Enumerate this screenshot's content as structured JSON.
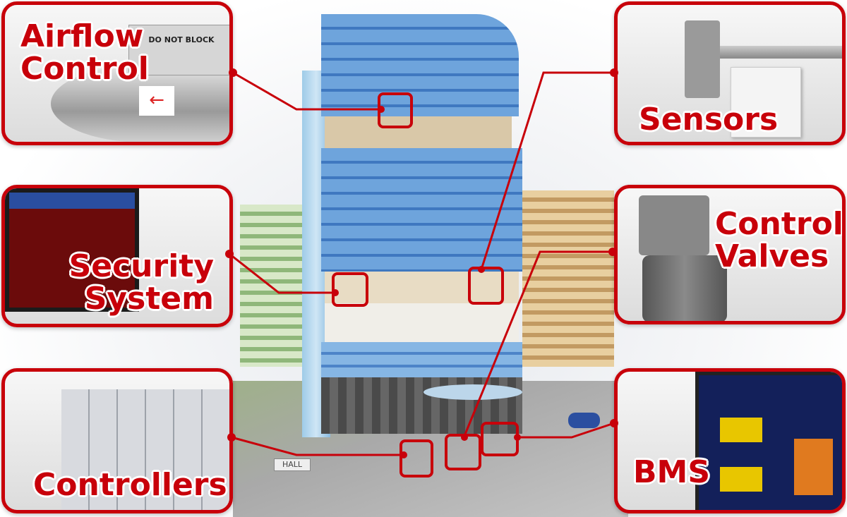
{
  "components": [
    {
      "id": "airflow",
      "title_lines": [
        "Airflow",
        "Control"
      ],
      "device_label": "DO NOT BLOCK"
    },
    {
      "id": "sensors",
      "title_lines": [
        "Sensors"
      ]
    },
    {
      "id": "security",
      "title_lines": [
        "Security",
        "System"
      ]
    },
    {
      "id": "valves",
      "title_lines": [
        "Control",
        "Valves"
      ]
    },
    {
      "id": "controllers",
      "title_lines": [
        "Controllers"
      ]
    },
    {
      "id": "bms",
      "title_lines": [
        "BMS"
      ]
    }
  ],
  "building_sign": "HALL",
  "colors": {
    "accent": "#c8000a",
    "building_glass": "#5a8fd0"
  }
}
